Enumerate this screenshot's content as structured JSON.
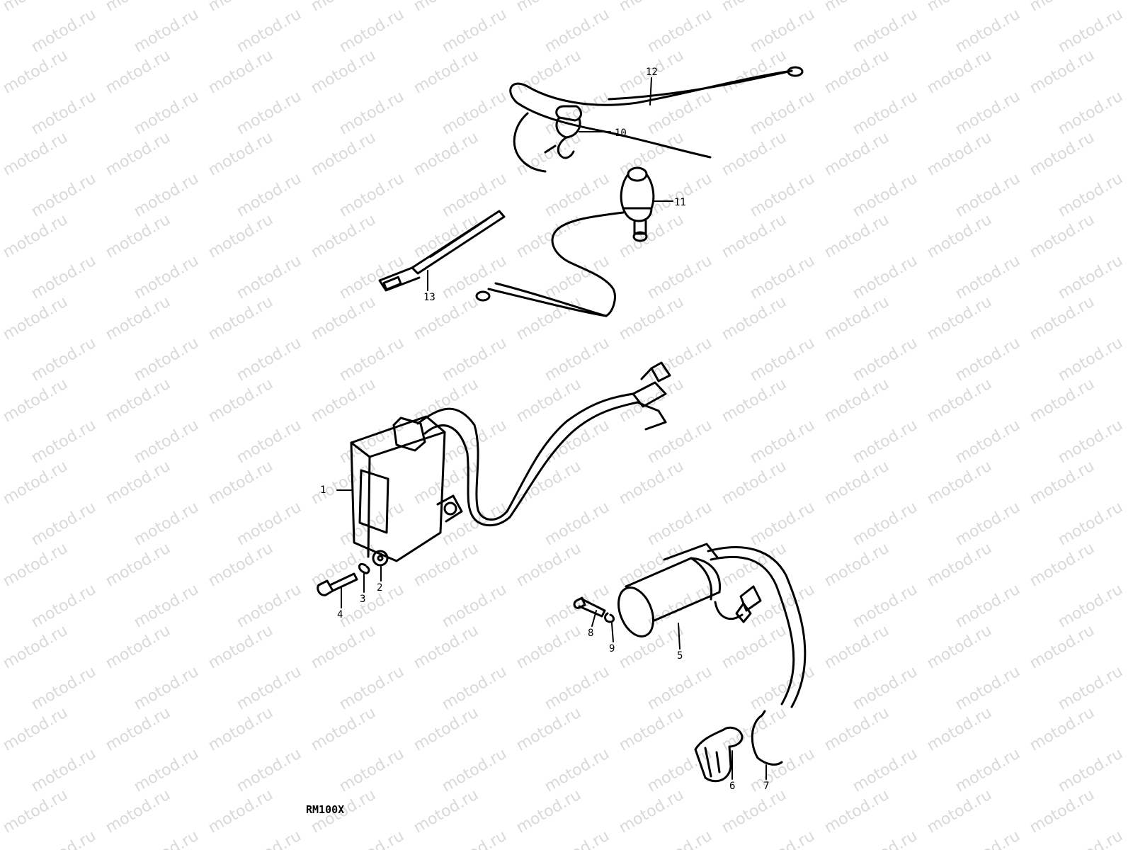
{
  "watermark": {
    "text": "motod.ru"
  },
  "model_code": "RM100X",
  "callouts": [
    {
      "id": "1",
      "part": "cdi-unit"
    },
    {
      "id": "2",
      "part": "washer"
    },
    {
      "id": "3",
      "part": "lock-washer"
    },
    {
      "id": "4",
      "part": "bolt"
    },
    {
      "id": "5",
      "part": "ignition-coil"
    },
    {
      "id": "6",
      "part": "spark-plug-cap"
    },
    {
      "id": "7",
      "part": "clip"
    },
    {
      "id": "8",
      "part": "coil-bolt"
    },
    {
      "id": "9",
      "part": "coil-lock-washer"
    },
    {
      "id": "10",
      "part": "connector-cap"
    },
    {
      "id": "11",
      "part": "lead-wire-boot"
    },
    {
      "id": "12",
      "part": "ground-wire"
    },
    {
      "id": "13",
      "part": "cable-tie"
    }
  ]
}
